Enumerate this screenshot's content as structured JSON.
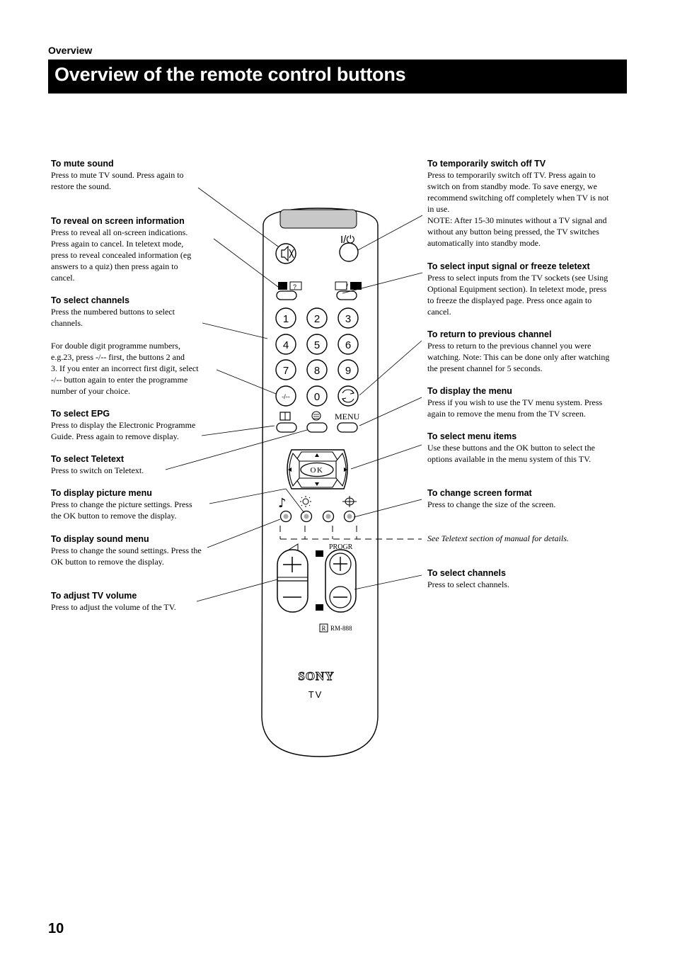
{
  "header": {
    "section": "Overview",
    "title": "Overview of the remote control buttons"
  },
  "left_blocks": [
    {
      "title": "To mute sound",
      "body": "Press to mute TV sound. Press again to\nrestore the sound."
    },
    {
      "title": "To reveal on screen information",
      "body": "Press to reveal all on-screen indications.\nPress again to cancel.  In teletext mode,\npress to reveal concealed information (eg\nanswers to a quiz) then press again to\ncancel."
    },
    {
      "title": "To select channels",
      "body": "Press the numbered buttons to select\nchannels.\n\nFor double digit programme numbers,\ne.g.23, press -/-- first, the buttons 2 and\n3.  If you enter an incorrect first digit, select\n-/-- button again to enter the programme\nnumber of your choice."
    },
    {
      "title": "To select EPG",
      "body": "Press to display the Electronic Programme\nGuide. Press again to remove display."
    },
    {
      "title": "To select Teletext",
      "body": "Press to switch on Teletext."
    },
    {
      "title": "To display picture menu",
      "body": "Press to change the picture settings. Press\nthe OK button to remove the display."
    },
    {
      "title": "To display sound menu",
      "body": "Press to change the sound settings. Press the\nOK button to remove the  display."
    },
    {
      "title": "To adjust TV volume",
      "body": "Press to adjust the volume of the TV."
    }
  ],
  "right_blocks": [
    {
      "title": "To temporarily switch off TV",
      "body": "Press to temporarily switch off TV. Press again to\nswitch on from standby mode. To save energy, we\nrecommend switching off completely when TV is not\nin use.\nNOTE: After 15-30 minutes without a TV signal and\nwithout any button being pressed, the TV switches\nautomatically into standby mode."
    },
    {
      "title": "To select input signal or freeze teletext",
      "body": "Press to select inputs from the TV sockets (see Using\nOptional Equipment section). In teletext mode, press\nto freeze the displayed page.  Press once again to\ncancel."
    },
    {
      "title": "To return to previous channel",
      "body": "Press to return to the previous channel you were\nwatching.  Note: This can be done only after watching\nthe present channel for 5 seconds."
    },
    {
      "title": "To display the menu",
      "body": "Press if you wish to use the TV menu system. Press\nagain to remove the menu from the TV screen."
    },
    {
      "title": "To select menu items",
      "body": "Use these buttons and the OK button to select the\noptions available in the menu system of this TV."
    },
    {
      "title": "To change screen format",
      "body": "Press to change the size of the screen."
    },
    {
      "title": "To select channels",
      "body": "Press to select channels."
    }
  ],
  "note": "See Teletext section of manual for details.",
  "remote": {
    "power_label": "I/⏻",
    "digits": [
      "1",
      "2",
      "3",
      "4",
      "5",
      "6",
      "7",
      "8",
      "9",
      "-/--",
      "0"
    ],
    "menu_label": "MENU",
    "ok_label": "OK",
    "progr_label": "PROGR",
    "model_mark": "R",
    "model": "RM-888",
    "brand": "SONY",
    "brand_sub": "TV"
  },
  "page_number": "10"
}
